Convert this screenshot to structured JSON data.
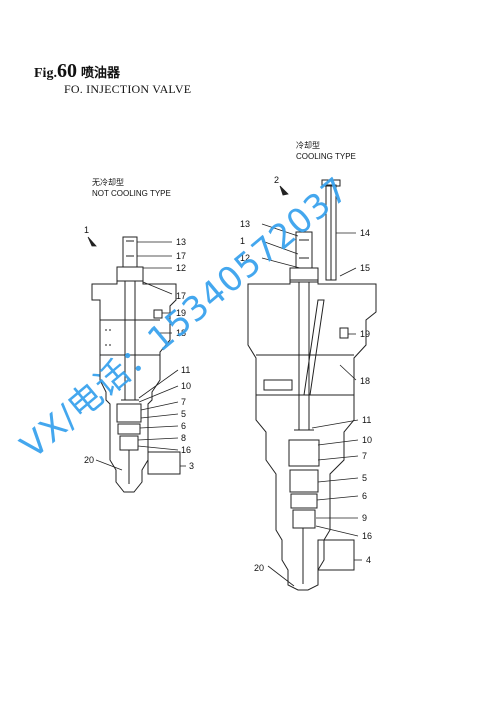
{
  "figure": {
    "fig_prefix": "Fig.",
    "fig_number": "60",
    "title_cn": "喷油器",
    "title_en": "FO. INJECTION VALVE"
  },
  "left_view": {
    "caption_cn": "无冷却型",
    "caption_en": "NOT COOLING TYPE",
    "arrow_label": "1",
    "callouts": [
      "13",
      "17",
      "12",
      "17",
      "19",
      "18",
      "11",
      "10",
      "7",
      "5",
      "6",
      "8",
      "16",
      "20",
      "3"
    ]
  },
  "right_view": {
    "caption_cn": "冷却型",
    "caption_en": "COOLING TYPE",
    "arrow_label": "2",
    "callouts": [
      "13",
      "1",
      "12",
      "14",
      "15",
      "19",
      "18",
      "11",
      "10",
      "7",
      "5",
      "6",
      "9",
      "16",
      "20",
      "4"
    ]
  },
  "watermark": "VX/电话：15340572037",
  "colors": {
    "line": "#222222",
    "watermark": "#3aa3ee",
    "background": "#ffffff"
  }
}
